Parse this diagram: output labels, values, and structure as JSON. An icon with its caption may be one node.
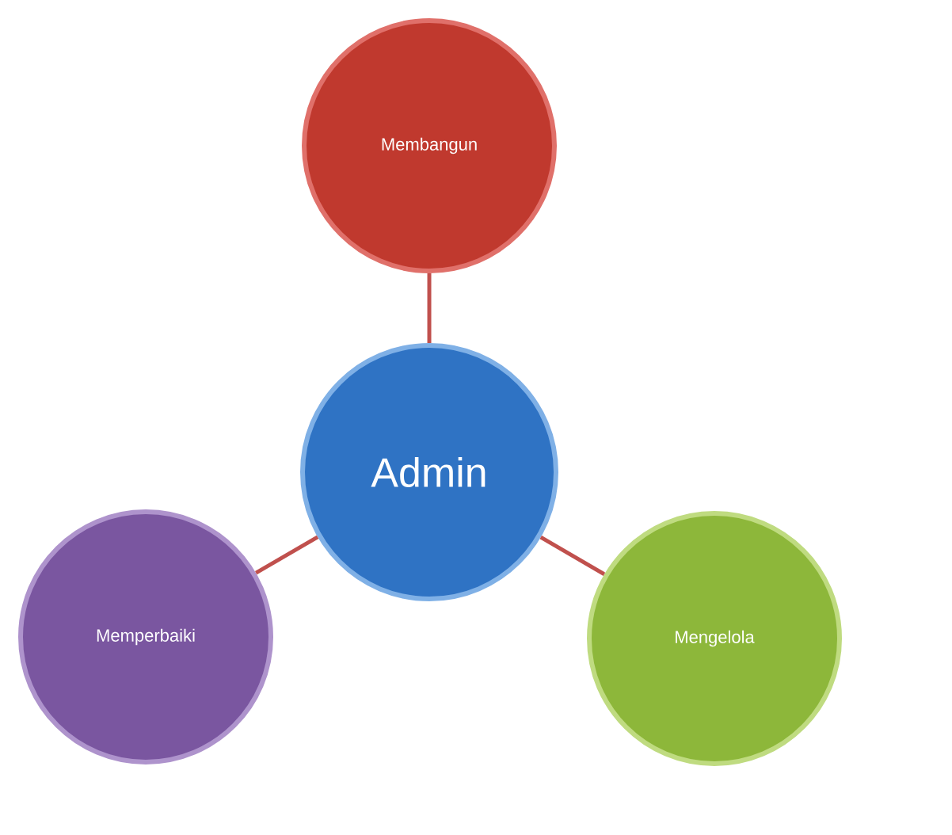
{
  "diagram": {
    "nodes": [
      {
        "text": [
          "Membangun"
        ]
      },
      {
        "text": [
          "Admin"
        ]
      },
      {
        "text": [
          "Memperbaiki"
        ]
      },
      {
        "text": [
          "Mengelola"
        ]
      }
    ],
    "edges": [
      {
        "from": 1,
        "to": 0,
        "arrow": "none"
      },
      {
        "from": 1,
        "to": 2,
        "arrow": "none"
      },
      {
        "from": 1,
        "to": 3,
        "arrow": "none"
      }
    ]
  }
}
